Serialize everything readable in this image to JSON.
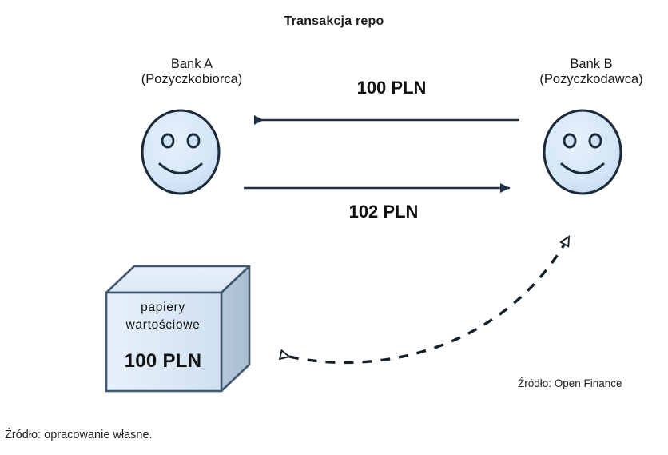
{
  "diagram": {
    "title": "Transakcja repo",
    "entities": {
      "bank_a": {
        "name": "Bank A",
        "role": "(Pożyczkobiorca)",
        "icon": "smiley-face"
      },
      "bank_b": {
        "name": "Bank B",
        "role": "(Pożyczkodawca)",
        "icon": "smiley-face"
      }
    },
    "flows": {
      "cash_out": {
        "label": "100 PLN",
        "direction": "bank-b-to-bank-a",
        "style": "solid"
      },
      "cash_back": {
        "label": "102 PLN",
        "direction": "bank-a-to-bank-b",
        "style": "solid"
      },
      "collateral": {
        "direction": "bidirectional-curved",
        "style": "dashed"
      }
    },
    "collateral_box": {
      "line1": "papiery",
      "line2": "wartościowe",
      "amount": "100 PLN",
      "icon": "cube-box"
    },
    "sources": {
      "inner": "Źródło: Open Finance",
      "outer": "Źródło: opracowanie własne."
    },
    "colors": {
      "arrow": "#1f3243",
      "face_fill": "#d6e6f7",
      "face_stroke": "#1b2b3a",
      "box_front": "#dce9f5",
      "box_side": "#b3c6d9",
      "box_top": "#e4eef8",
      "box_stroke": "#3f5870",
      "text": "#111111",
      "background": "#ffffff"
    }
  }
}
